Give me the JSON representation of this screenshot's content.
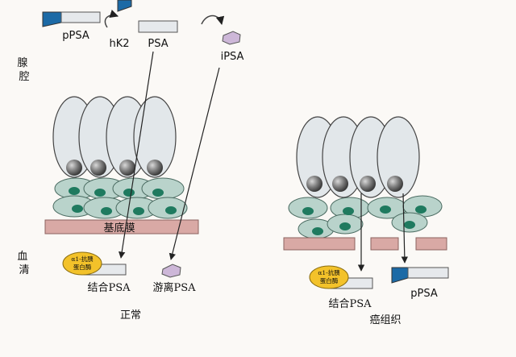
{
  "regions": {
    "lumen": "腺腔",
    "serum": "血清"
  },
  "labels": {
    "ppsa_top": "pPSA",
    "hk2": "hK2",
    "psa": "PSA",
    "ipsa": "iPSA",
    "basement_membrane": "基底膜",
    "alpha1_protein_line1": "α1-抗胰",
    "alpha1_protein_line2": "蛋白酶",
    "bound_psa_normal": "结合PSA",
    "free_psa": "游离PSA",
    "normal": "正常",
    "alpha1_protein_line1_cancer": "α1-抗胰",
    "alpha1_protein_line2_cancer": "蛋白酶",
    "bound_psa_cancer": "结合PSA",
    "ppsa_cancer": "pPSA",
    "cancer_tissue": "癌组织"
  },
  "colors": {
    "cell_fill": "#e2e7ea",
    "basal_cell": "#b9d3cb",
    "basal_nucleus": "#1f7a5f",
    "membrane": "#d9a9a5",
    "pro_segment": "#1c6aa6",
    "psa_bar": "#e6e9ec",
    "alpha1": "#f3c22a",
    "ipsa": "#cdb7d8"
  }
}
